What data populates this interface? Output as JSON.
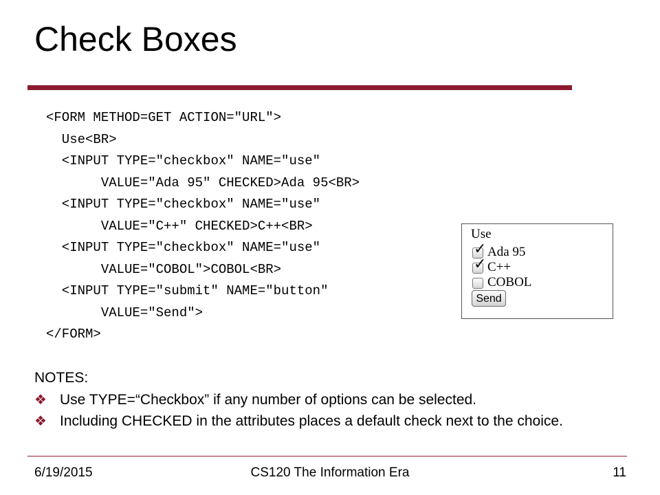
{
  "slide": {
    "title": "Check Boxes",
    "accent_color": "#8c1a2e"
  },
  "code_lines": [
    "<FORM METHOD=GET ACTION=\"URL\">",
    "  Use<BR>",
    "  <INPUT TYPE=\"checkbox\" NAME=\"use\"",
    "       VALUE=\"Ada 95\" CHECKED>Ada 95<BR>",
    "  <INPUT TYPE=\"checkbox\" NAME=\"use\"",
    "       VALUE=\"C++\" CHECKED>C++<BR>",
    "  <INPUT TYPE=\"checkbox\" NAME=\"use\"",
    "       VALUE=\"COBOL\">COBOL<BR>",
    "  <INPUT TYPE=\"submit\" NAME=\"button\"",
    "       VALUE=\"Send\">",
    "</FORM>"
  ],
  "preview": {
    "heading": "Use",
    "options": [
      {
        "label": "Ada 95",
        "checked": true
      },
      {
        "label": "C++",
        "checked": true
      },
      {
        "label": "COBOL",
        "checked": false
      }
    ],
    "submit_label": "Send",
    "check_glyph": "✓"
  },
  "notes": {
    "heading": "NOTES:",
    "bullet_icon": "❖",
    "bullets": [
      "Use TYPE=“Checkbox” if any number of options can be selected.",
      "Including CHECKED in the attributes places a default check next to the choice."
    ]
  },
  "footer": {
    "date": "6/19/2015",
    "course": "CS120 The Information Era",
    "page": "11"
  }
}
